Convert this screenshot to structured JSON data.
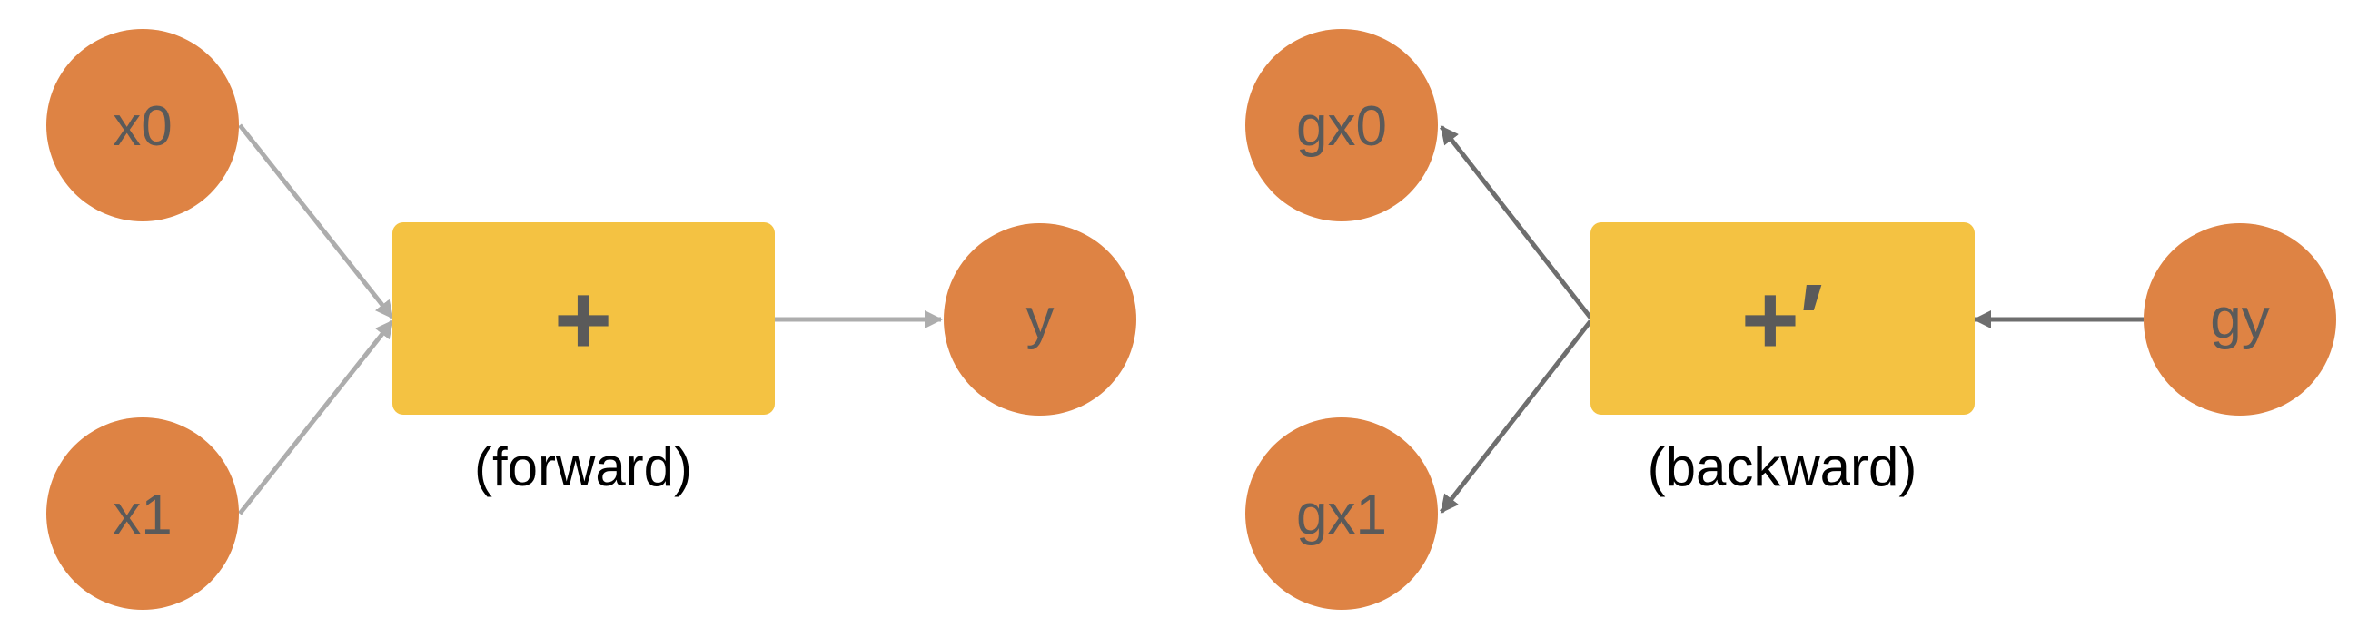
{
  "colors": {
    "node_fill": "#DE8344",
    "function_fill": "#F4C242",
    "node_text": "#5a5a5a",
    "forward_edge": "#ADADAD",
    "backward_edge": "#6E6E6E",
    "caption_text": "#000000"
  },
  "forward": {
    "inputs": [
      "x0",
      "x1"
    ],
    "function_symbol": "+",
    "output": "y",
    "caption": "(forward)"
  },
  "backward": {
    "outputs": [
      "gx0",
      "gx1"
    ],
    "function_symbol": "+′",
    "input": "gy",
    "caption": "(backward)"
  }
}
